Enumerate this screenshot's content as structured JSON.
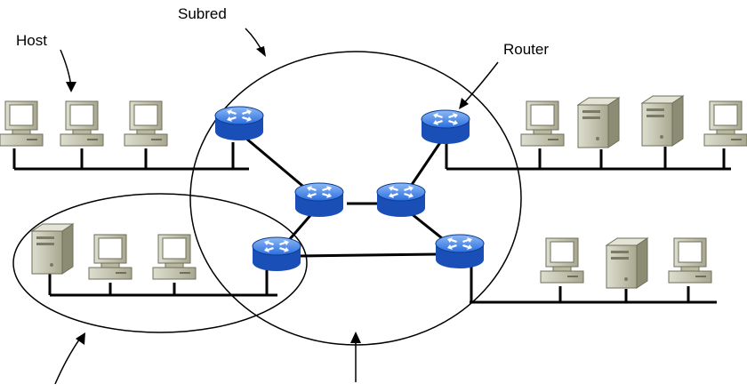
{
  "labels": {
    "host": "Host",
    "subnet": "Subred",
    "router": "Router"
  },
  "icons": {
    "router": "router-icon",
    "host_pc": "desktop-computer-icon",
    "server": "server-tower-icon"
  },
  "colors": {
    "router_fill": "#1f5fd6",
    "router_top": "#6fa3f0",
    "pc_fill": "#c9c9ad",
    "screen_fill": "#ffffff",
    "line": "#000000"
  }
}
